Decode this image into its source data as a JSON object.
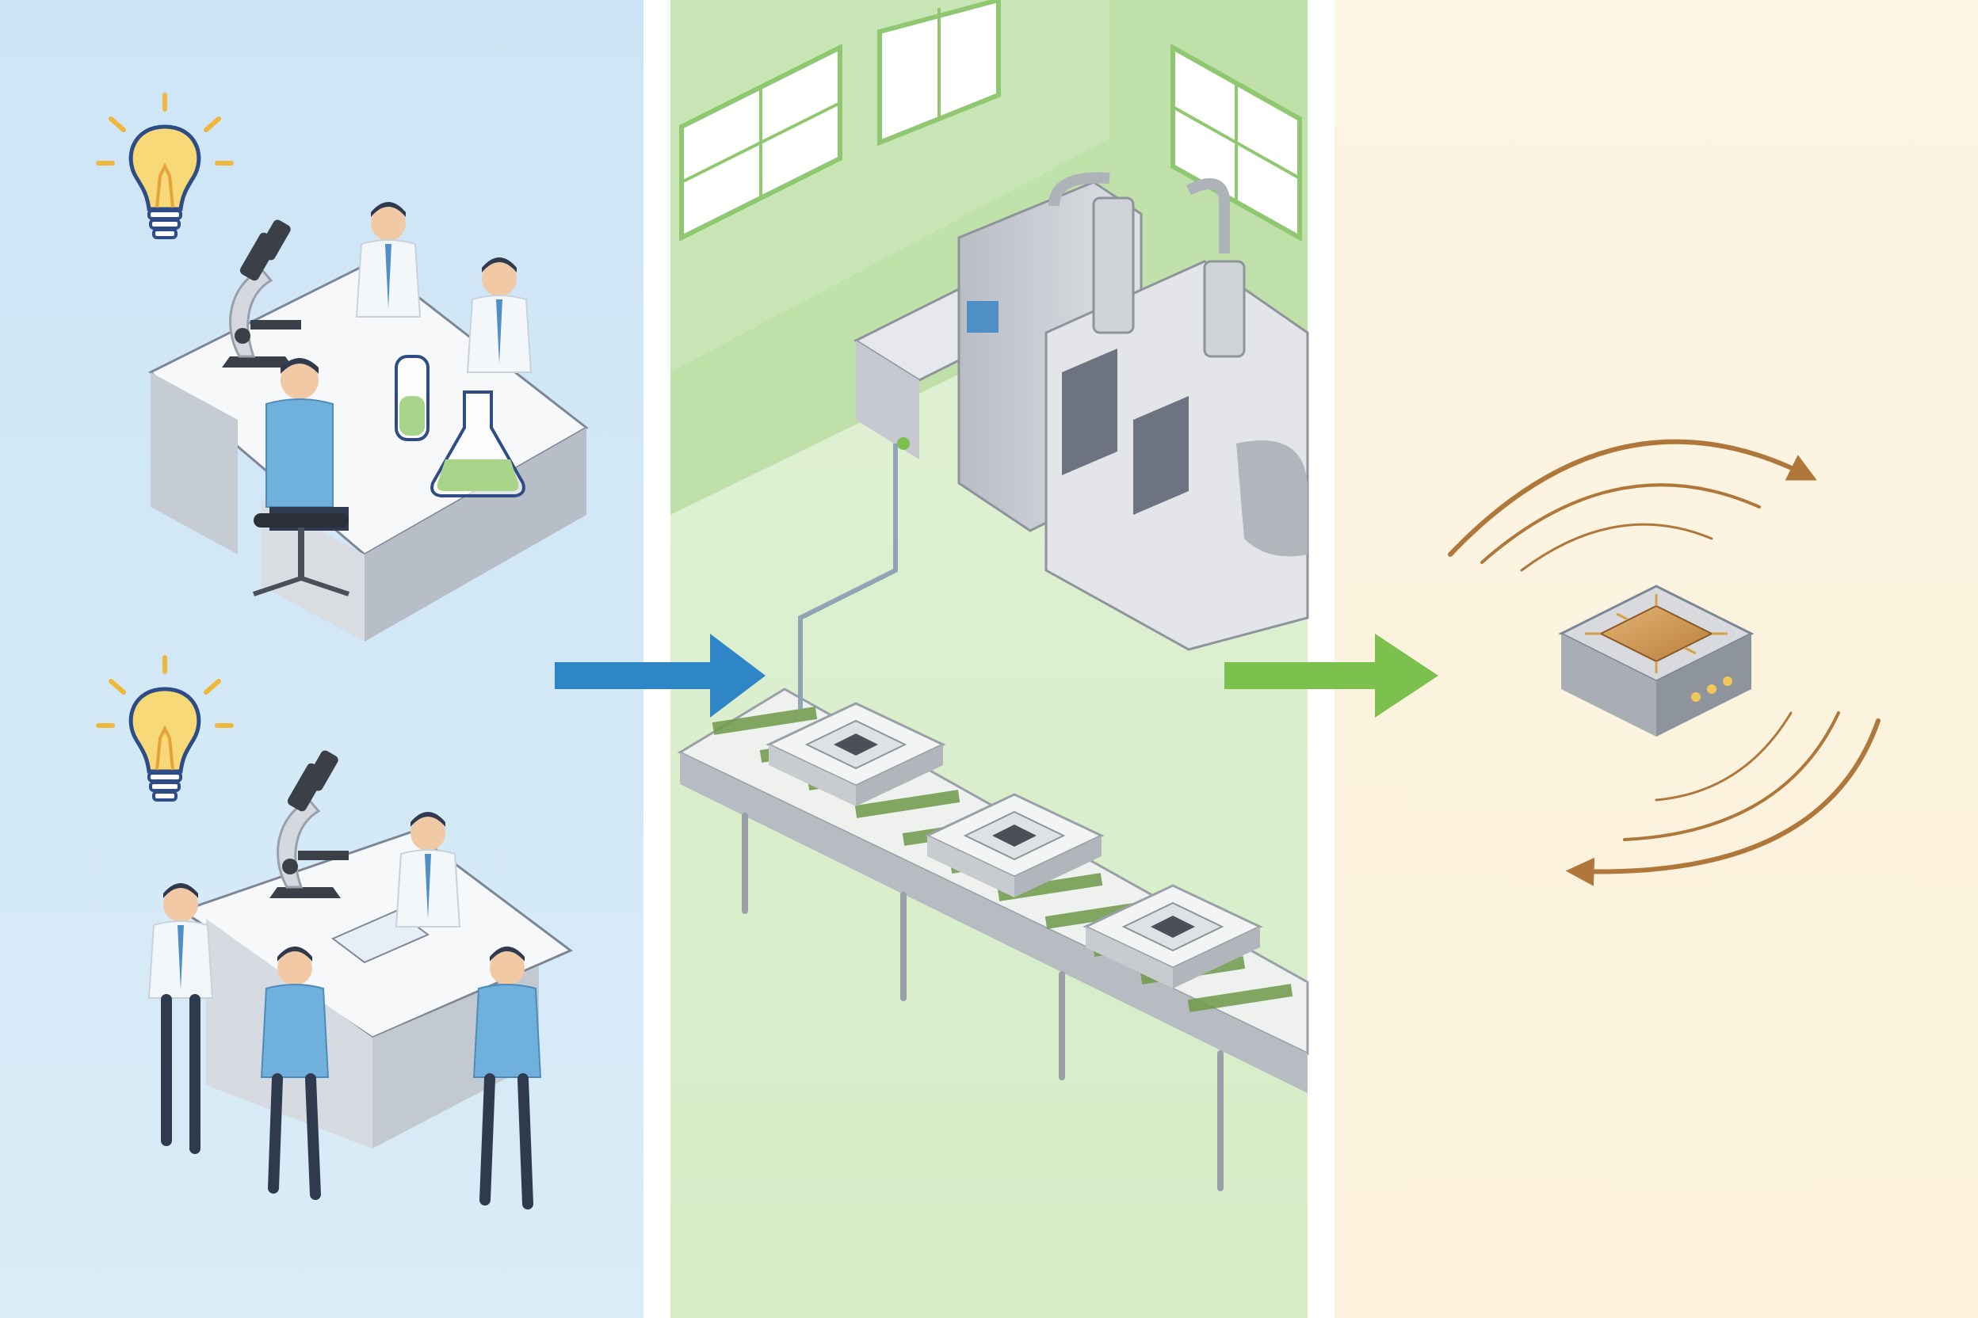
{
  "panels": [
    {
      "id": "research",
      "background": "#cfe6f5",
      "icons": [
        "lightbulb-icon",
        "microscope-icon",
        "flask-icon",
        "beaker-icon"
      ]
    },
    {
      "id": "manufacturing",
      "background": "#d9efce",
      "icons": [
        "factory-machine-icon",
        "conveyor-belt-icon",
        "chip-icon"
      ]
    },
    {
      "id": "product",
      "background": "#fbf3df",
      "icons": [
        "chip-icon",
        "rotation-arrows-icon"
      ]
    }
  ],
  "flow_arrows": [
    {
      "from": "research",
      "to": "manufacturing",
      "color": "#2f86c6"
    },
    {
      "from": "manufacturing",
      "to": "product",
      "color": "#7cc04e"
    }
  ],
  "colors": {
    "lab_coat": "#f4f7fa",
    "scrubs_blue": "#6fb0dc",
    "bulb": "#f8d977",
    "bulb_outline": "#2e4d86",
    "machine_grey": "#c9ccd2",
    "conveyor_green": "#6f9a4a",
    "chip_gold": "#cf9a56",
    "orbit_arrow": "#b0773a"
  }
}
